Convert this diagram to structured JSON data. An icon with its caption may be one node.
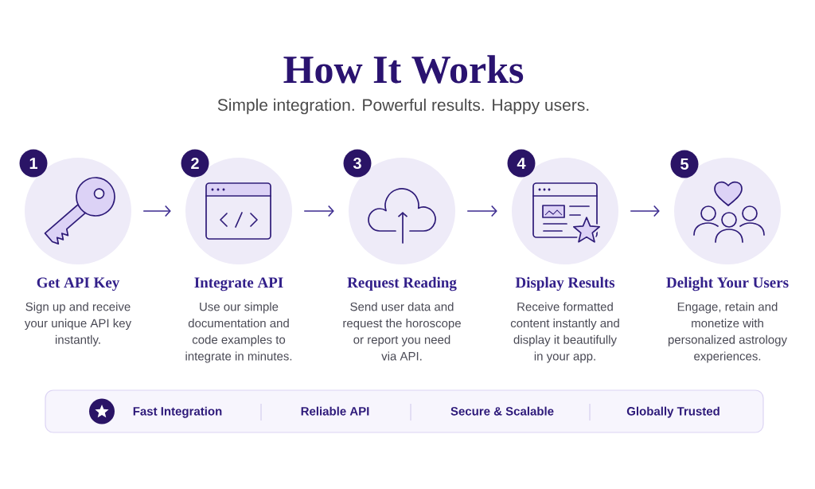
{
  "diagram": {
    "title": "How It Works",
    "nodes": [
      {
        "text": [
          "Get API Key",
          "Sign up and receive your unique API key instantly."
        ],
        "beside": [
          "1"
        ]
      },
      {
        "text": [
          "Integrate API",
          "Use our simple documentation and code examples to integrate in minutes."
        ],
        "beside": [
          "2"
        ]
      },
      {
        "text": [
          "Request Reading",
          "Send user data and request the horoscope or report you need via API."
        ],
        "beside": [
          "3"
        ]
      },
      {
        "text": [
          "Display Results",
          "Receive formatted content instantly and display it beautifully in your app."
        ],
        "beside": [
          "4"
        ]
      },
      {
        "text": [
          "Delight Your Users",
          "Engage, retain and monetize with personalized astrology experiences."
        ],
        "beside": [
          "5"
        ]
      },
      {
        "text": [
          "Fast Integration",
          "Reliable API",
          "Secure & Scalable",
          "Globally Trusted"
        ]
      }
    ],
    "edges": [
      {
        "from": 0,
        "to": 1,
        "arrow": "to"
      },
      {
        "from": 1,
        "to": 2,
        "arrow": "to"
      },
      {
        "from": 2,
        "to": 3,
        "arrow": "to"
      },
      {
        "from": 3,
        "to": 4,
        "arrow": "to"
      }
    ],
    "labels": [
      "Simple integration. Powerful results. Happy users."
    ]
  }
}
